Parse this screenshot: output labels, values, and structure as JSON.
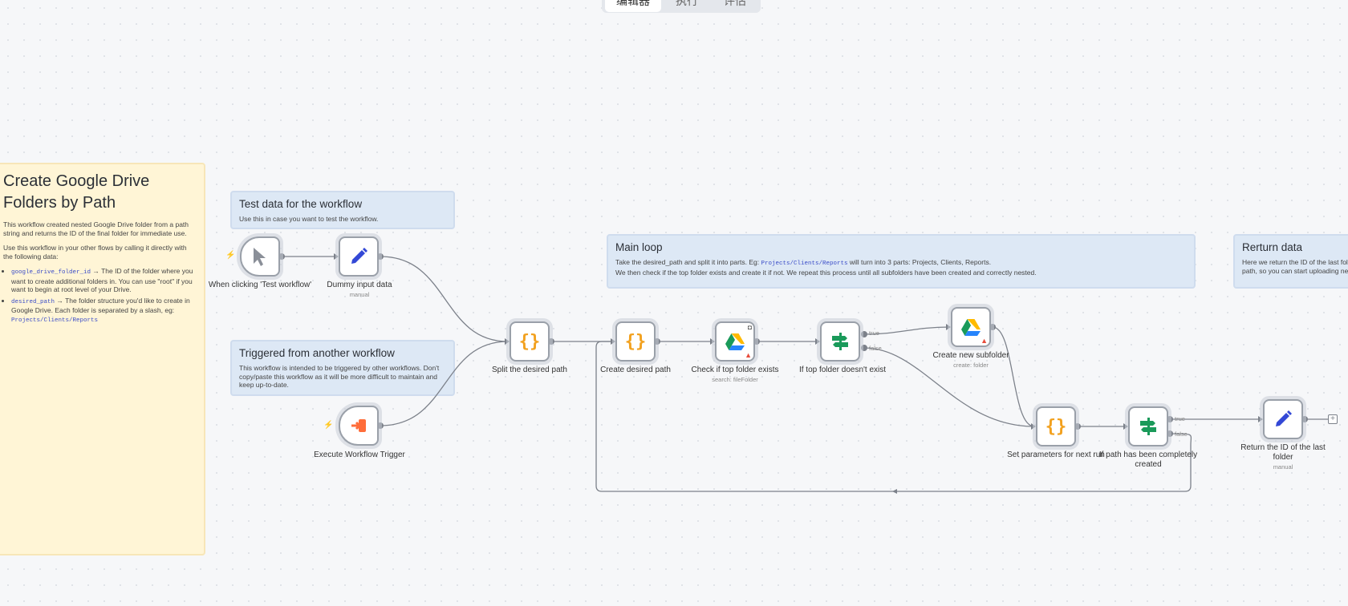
{
  "tabs": [
    "编辑器",
    "执行",
    "评估"
  ],
  "stickies": {
    "main": {
      "title_line1": "Create Google Drive",
      "title_line2": "Folders by Path",
      "desc": "This workflow created nested Google Drive folder from a path string and returns the ID of the final folder for immediate use.",
      "usage": "Use this workflow in your other flows by calling it directly with the following data:",
      "param1_name": "google_drive_folder_id",
      "param1_text": "→ The ID of the folder where you want to create additional folders in. You can use \"root\" if you want to begin at root level of your Drive.",
      "param2_name": "desired_path",
      "param2_text": "→ The folder structure you'd like to create in Google Drive. Each folder is separated by a slash, eg:",
      "param2_example": "Projects/Clients/Reports"
    },
    "test": {
      "title": "Test data for the workflow",
      "text": "Use this in case you want to test the workflow."
    },
    "trigger": {
      "title": "Triggered from another workflow",
      "text": "This workflow is intended to be triggered by other workflows. Don't copy/paste this workflow as it will be more difficult to maintain and keep up-to-date."
    },
    "loop": {
      "title": "Main loop",
      "text1": "Take the desired_path and split it into parts. Eg:",
      "example": "Projects/Clients/Reports",
      "text2": "will turn into 3 parts: Projects, Clients, Reports.",
      "text3": "We then check if the top folder exists and create it if not. We repeat this process until all subfolders have been created and correctly nested."
    },
    "return": {
      "title": "Rerturn data",
      "text": "Here we return the ID of the last folder in the path, so you can start uploading new files to it."
    }
  },
  "nodes": {
    "manual": {
      "label": "When clicking 'Test workflow'",
      "icon": "cursor-icon"
    },
    "dummy": {
      "label": "Dummy input data",
      "sub": "manual",
      "icon": "pencil-icon"
    },
    "exec": {
      "label": "Execute Workflow Trigger",
      "icon": "sign-in-icon"
    },
    "split": {
      "label": "Split the desired path",
      "icon": "code-braces-icon"
    },
    "create_path": {
      "label": "Create desired path",
      "icon": "code-braces-icon"
    },
    "check": {
      "label": "Check if top folder exists",
      "sub": "search: fileFolder",
      "icon": "google-drive-icon"
    },
    "if_top": {
      "label": "If top folder doesn't exist",
      "icon": "signpost-icon"
    },
    "create_sub": {
      "label": "Create new subfolder",
      "sub": "create: folder",
      "icon": "google-drive-icon"
    },
    "set_params": {
      "label": "Set parameters for next run",
      "icon": "code-braces-icon"
    },
    "if_done": {
      "label": "If path has been completely created",
      "icon": "signpost-icon"
    },
    "return_id": {
      "label": "Return the ID of the last folder",
      "sub": "manual",
      "icon": "pencil-icon"
    }
  },
  "edge_labels": {
    "true": "true",
    "false": "false"
  },
  "colors": {
    "sticky_yellow": "#fff5d6",
    "sticky_blue": "#dde8f5",
    "pencil_blue": "#3348d6",
    "code_orange": "#f2a11f",
    "trigger_orange": "#ff6d3a",
    "signpost_green": "#1a9a5a",
    "warning_red": "#e74c3c"
  }
}
